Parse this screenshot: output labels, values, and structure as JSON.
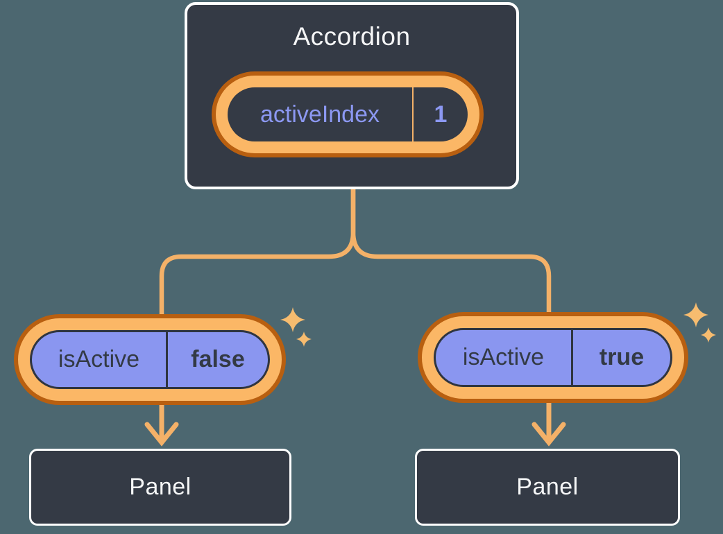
{
  "colors": {
    "background": "#4C6770",
    "box_dark": "#343A45",
    "box_border": "#FFFFFF",
    "light_text": "#F5F6F7",
    "dark_text": "#333A45",
    "purple_text": "#8C98F2",
    "pill_purple": "#8A96F0",
    "pill_purple_border": "#2F3540",
    "ring_dark_orange": "#B85F10",
    "ring_light_orange": "#FBB766",
    "connector_orange": "#F4B168",
    "sparkle_orange": "#F7BC6F"
  },
  "icons": {
    "sparkle": "four-point-star"
  },
  "accordion": {
    "title": "Accordion",
    "state_pill": {
      "label": "activeIndex",
      "value": "1"
    }
  },
  "children": [
    {
      "prop_pill": {
        "label": "isActive",
        "value": "false"
      },
      "panel_label": "Panel"
    },
    {
      "prop_pill": {
        "label": "isActive",
        "value": "true"
      },
      "panel_label": "Panel"
    }
  ]
}
